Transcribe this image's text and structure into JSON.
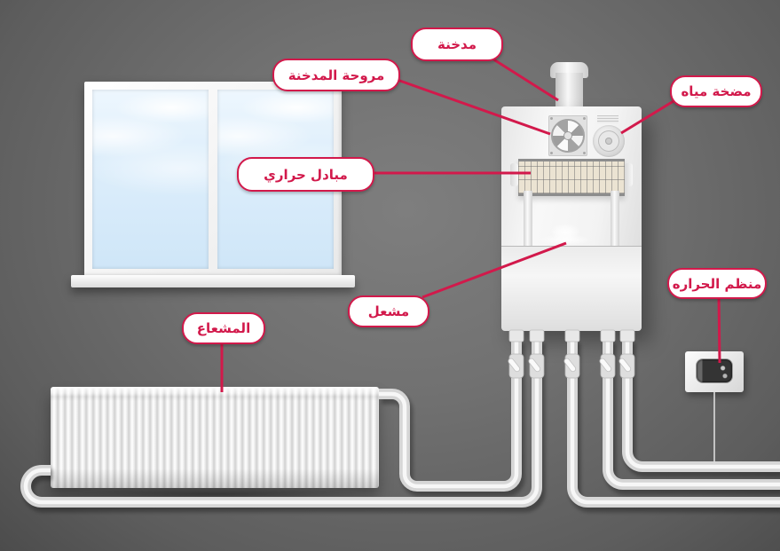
{
  "title": "gas boiler heating system diagram",
  "colors": {
    "accent": "#d2194b",
    "label_bg": "#ffffff",
    "wall": "#6f6f6f",
    "boiler": "#f3f3f3",
    "sky": "#ddeefb",
    "heat_exchanger": "#ebe3d2"
  },
  "labels": [
    {
      "name": "chimney",
      "text": "مدخنة"
    },
    {
      "name": "flue-fan",
      "text": "مروحة المدخنة"
    },
    {
      "name": "water-pump",
      "text": "مضخة مياه"
    },
    {
      "name": "heat-exchanger",
      "text": "مبادل حراري"
    },
    {
      "name": "thermostat",
      "text": "منظم الحراره"
    },
    {
      "name": "burner",
      "text": "مشعل"
    },
    {
      "name": "radiator",
      "text": "المشعاع"
    }
  ]
}
